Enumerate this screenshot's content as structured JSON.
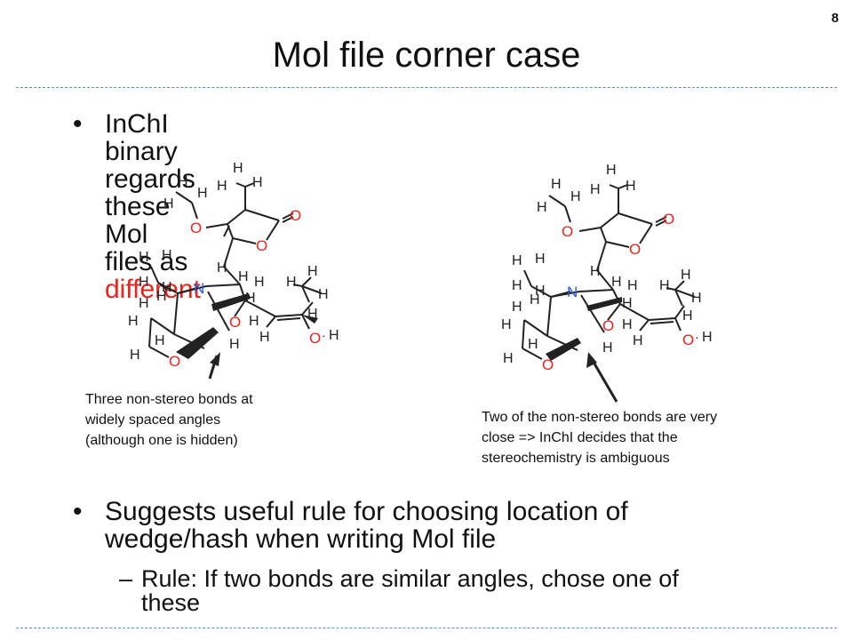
{
  "slide": {
    "number": "8",
    "title": "Mol file corner case"
  },
  "bullet1": {
    "marker": "•",
    "text_before": "InChI binary regards these Mol files as ",
    "text_highlight": "different"
  },
  "captions": {
    "left": [
      "Three non-stereo bonds at",
      "widely spaced angles",
      "(although one is hidden)"
    ],
    "right": [
      "Two of the non-stereo bonds are very",
      "close => InChI decides that the",
      "stereochemistry is ambiguous"
    ]
  },
  "bullet2": {
    "marker": "•",
    "lines": [
      "Suggests useful rule for choosing location of",
      "wedge/hash when writing Mol file"
    ]
  },
  "subbullet": {
    "marker": "–",
    "lines": [
      "Rule: If two bonds are similar angles, chose one of",
      "these"
    ]
  },
  "molecule": {
    "atom_labels": {
      "hydrogen": "H",
      "oxygen": "O",
      "nitrogen": "N",
      "hydroxyl_dot": "·"
    },
    "colors": {
      "oxygen": "#e8241c",
      "nitrogen": "#2b5bd8",
      "bond": "#222222",
      "rule_line": "#5b8ec9",
      "highlight": "#e8241c"
    }
  }
}
